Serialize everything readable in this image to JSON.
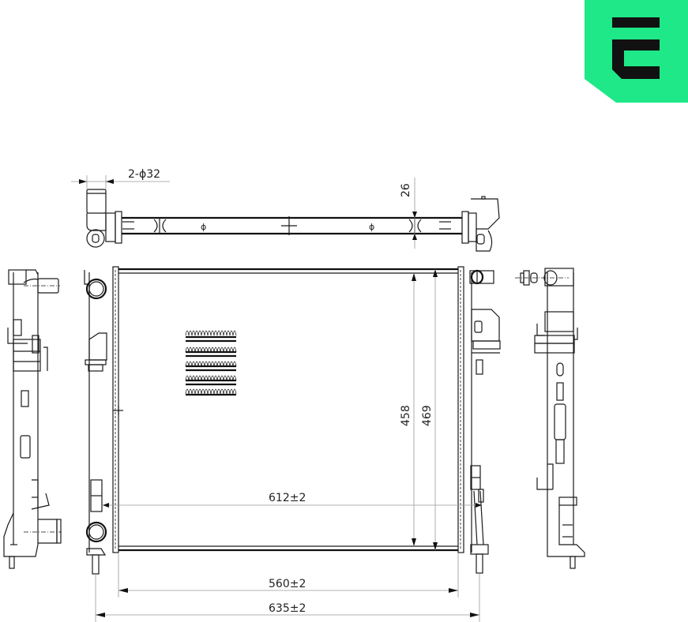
{
  "logo": {
    "letter": "E",
    "background_color": "#1EE888",
    "glyph_color": "#111111"
  },
  "drawing": {
    "type": "radiator technical drawing",
    "views": [
      "top-view",
      "front-view",
      "left-side-view",
      "right-side-view"
    ],
    "dimensions": {
      "pipe_diameter": "2-ϕ32",
      "top_depth": "26",
      "core_height": "458",
      "overall_height": "469",
      "core_width": "612±2",
      "tank_width": "560±2",
      "overall_width": "635±2"
    },
    "symbols": {
      "diameter_mark": "ϕ"
    }
  }
}
